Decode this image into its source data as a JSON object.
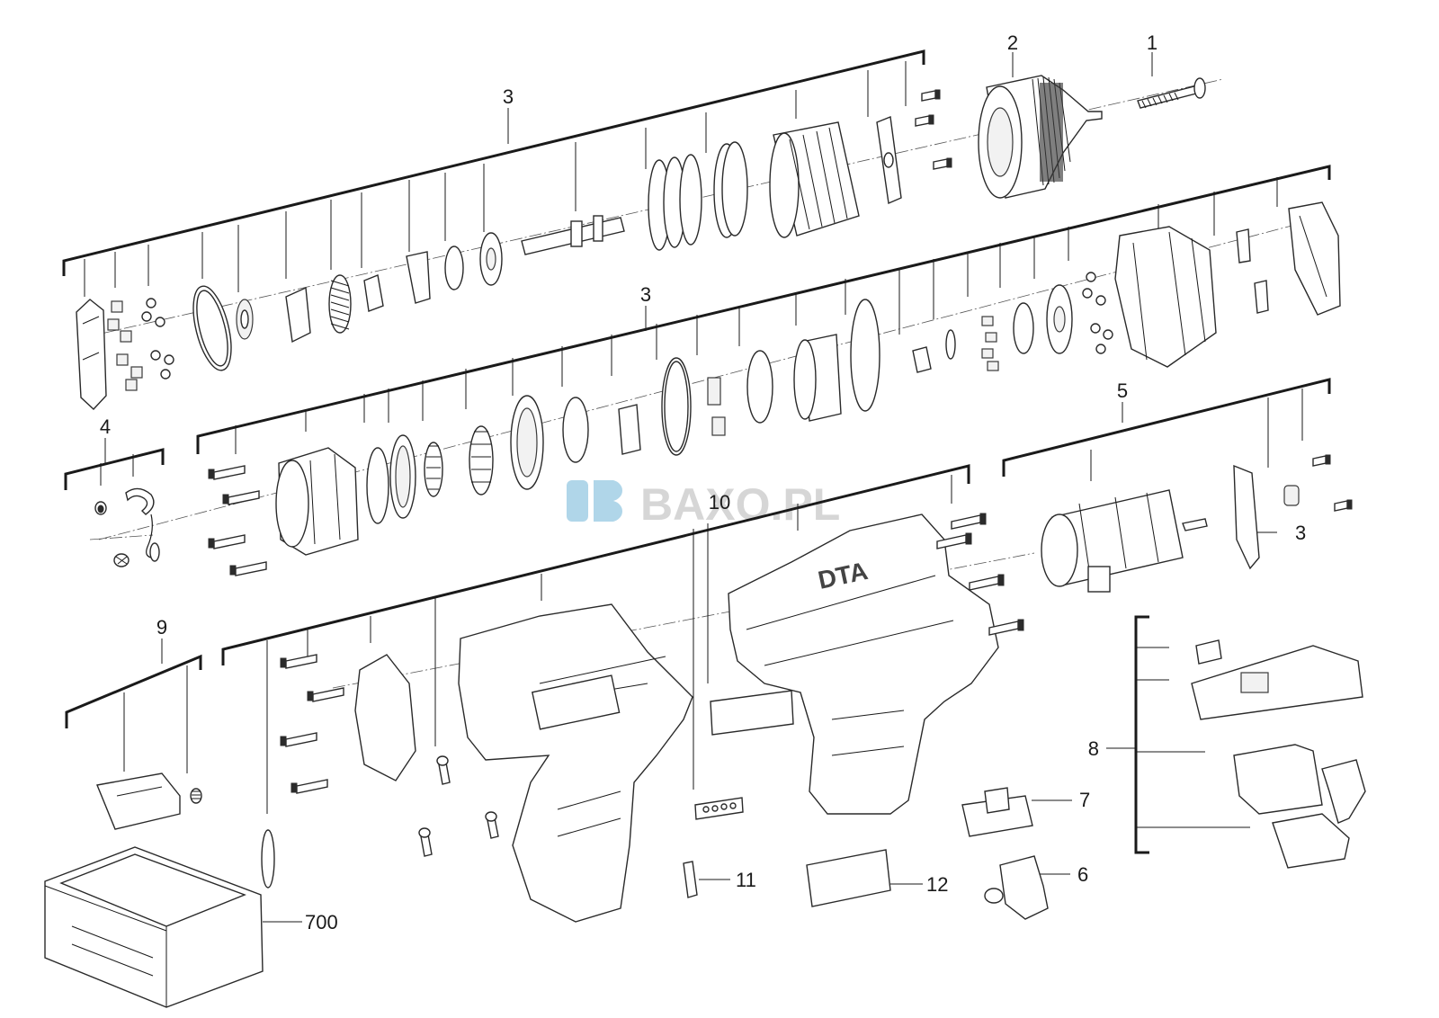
{
  "diagram": {
    "callouts": {
      "c1": "1",
      "c2": "2",
      "c3_top": "3",
      "c3_mid": "3",
      "c3_motor": "3",
      "c4": "4",
      "c5": "5",
      "c6": "6",
      "c7": "7",
      "c8": "8",
      "c9": "9",
      "c10": "10",
      "c11": "11",
      "c12": "12",
      "c700": "700"
    },
    "watermark": "BAXO.PL",
    "colors": {
      "line": "#1a1a1a",
      "watermark": "#c9c9c9",
      "watermark_icon": "#8fc4e0"
    }
  }
}
